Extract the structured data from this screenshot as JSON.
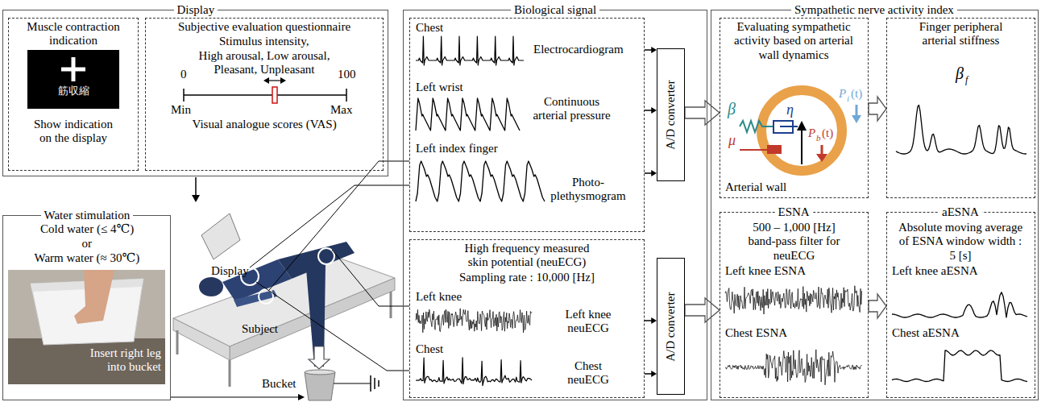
{
  "diagram": {
    "nodes": [
      {
        "text": [
          "Display"
        ]
      },
      {
        "text": [
          "Muscle contraction indication",
          "Show indication on the display"
        ],
        "in": 0
      },
      {
        "text": [
          "筋収縮"
        ],
        "in": 1
      },
      {
        "text": [
          "Subjective evaluation questionnaire",
          "Stimulus intensity,",
          "High arousal, Low arousal, Pleasant, Unpleasant",
          "Visual analogue scores (VAS)"
        ],
        "in": 0
      },
      {
        "text": [
          "Water stimulation",
          "Cold water (≤ 4℃)",
          "or",
          "Warm water (≈ 30℃)",
          "Insert right leg into bucket"
        ]
      },
      {
        "text": [
          "Biological signal"
        ]
      },
      {
        "text": [
          "Chest",
          "Electrocardiogram",
          "Left wrist",
          "Continuous arterial pressure",
          "Left index finger",
          "Photo-plethysmogram"
        ],
        "in": 5
      },
      {
        "text": [
          "High frequency measured skin potential (neuECG)",
          "Sampling rate : 10,000 [Hz]",
          "Left knee",
          "Left knee neuECG",
          "Chest",
          "Chest neuECG"
        ],
        "in": 5
      },
      {
        "text": [
          "A/D converter"
        ],
        "in": 5
      },
      {
        "text": [
          "A/D converter"
        ],
        "in": 5
      },
      {
        "text": [
          "Sympathetic nerve activity index"
        ]
      },
      {
        "text": [
          "Evaluating sympathetic activity based on arterial wall dynamics",
          "Arterial wall"
        ],
        "in": 10
      },
      {
        "text": [
          "Finger peripheral arterial stiffness",
          "β",
          "f"
        ],
        "in": 10
      },
      {
        "text": [
          "ESNA",
          "500 – 1,000 [Hz] band-pass filter for neuECG",
          "Left knee ESNA",
          "Chest ESNA"
        ],
        "in": 10
      },
      {
        "text": [
          "aESNA",
          "Absolute moving average of ESNA window width : 5 [s]",
          "Left knee aESNA",
          "Chest aESNA"
        ],
        "in": 10
      }
    ],
    "edges": [
      {
        "from": 6,
        "to": 8,
        "arrow": "to"
      },
      {
        "from": 6,
        "to": 8,
        "arrow": "to"
      },
      {
        "from": 6,
        "to": 8,
        "arrow": "to"
      },
      {
        "from": 7,
        "to": 9,
        "arrow": "to"
      },
      {
        "from": 7,
        "to": 9,
        "arrow": "to"
      },
      {
        "from": 8,
        "to": 11,
        "arrow": "to"
      },
      {
        "from": 11,
        "to": 12,
        "arrow": "to"
      },
      {
        "from": 9,
        "to": 13,
        "arrow": "to"
      },
      {
        "from": 13,
        "to": 14,
        "arrow": "to"
      }
    ],
    "labels": [
      "0",
      "100",
      "Min",
      "Max",
      "Display",
      "Subject",
      "Bucket",
      "β",
      "η",
      "μ",
      "P",
      "i",
      "(t)",
      "P",
      "b",
      "(t)"
    ]
  }
}
